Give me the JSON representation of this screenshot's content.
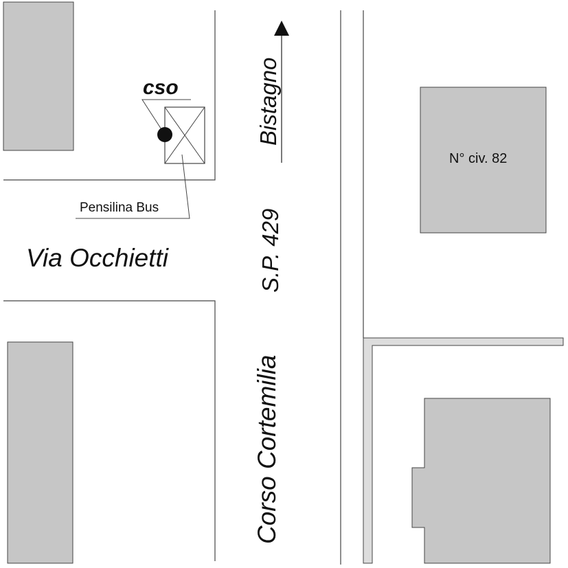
{
  "labels": {
    "cso": "cso",
    "bus_shelter": "Pensilina Bus",
    "street_west": "Via Occhietti",
    "road_number": "S.P. 429",
    "road_direction": "Bistagno",
    "street_main": "Corso Cortemilia",
    "civic_number": "N° civ. 82"
  },
  "colors": {
    "building_fill": "#c6c6c6",
    "line": "#444444",
    "sidewalk_fill": "#dddddd"
  },
  "icons": {
    "direction": "arrow-up-icon",
    "cso_marker": "filled-circle-icon",
    "shelter": "crossed-box-icon"
  }
}
